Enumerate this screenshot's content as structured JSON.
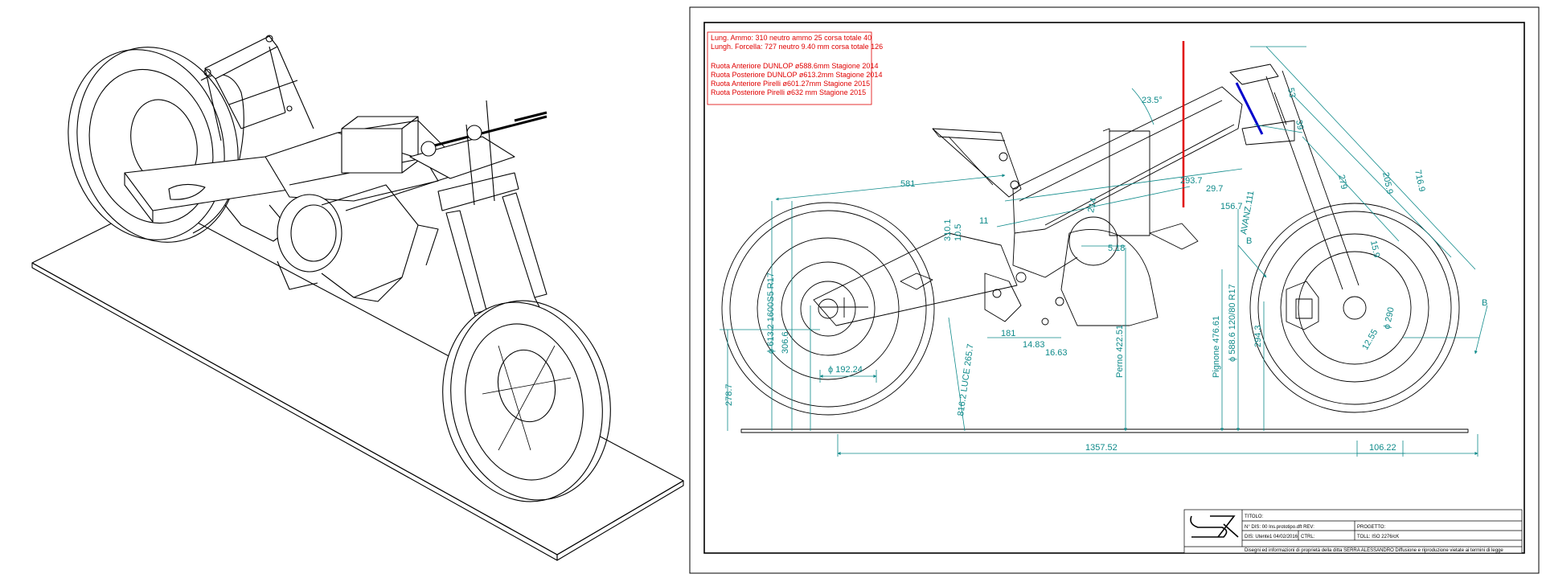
{
  "notes": [
    "Lung. Ammo: 310 neutro ammo 25  corsa totale 40",
    "Lungh. Forcella: 727 neutro 9.40 mm corsa totale 126",
    "",
    "Ruota Anteriore DUNLOP ø588.6mm Stagione 2014",
    "Ruota Posteriore DUNLOP ø613.2mm Stagione 2014",
    "Ruota Anteriore Pirelli ø601.27mm Stagione 2015",
    "Ruota Posteriore Pirelli ø632 mm Stagione 2015"
  ],
  "dimensions": {
    "d581": "581",
    "angle": "23.5°",
    "wheelbase": "1357.52",
    "trail": "106.22",
    "d19224": "ϕ 192.24",
    "rearwheel": "ϕ 613.2  1600S5 R17",
    "d3066": "306.6",
    "d2787": "278.7",
    "d8162": "816.2 LUCE 265.7",
    "perno": "Perno 422.51",
    "pignone": "Pignone 476.61",
    "frontwheel": "ϕ 588.6  120/80 R17",
    "d2943": "294.3",
    "d2937": "293.7",
    "d297": "29.7",
    "d1567": "156.7",
    "avanz": "AVANZ.111",
    "d7169": "716.9",
    "d2059": "205.9",
    "d279": "279",
    "d53": "53",
    "d39": "39",
    "d159": "15.9",
    "d290": "ϕ 290",
    "d1255": "12.55",
    "d518": "5.18",
    "d181": "181",
    "d1483": "14.83",
    "d1663": "16.63",
    "d105": "10.5",
    "d3101": "310.1",
    "d214": "214",
    "d11": "11",
    "labelB": "B"
  },
  "titleblock": {
    "titolo": "TITOLO:",
    "ndis": "N° DIS: 00 Ins.prototipo.dft REV:",
    "progetto": "PROGETTO:",
    "dis": "DIS: Utente1 04/02/2016",
    "ctrl": "CTRL:",
    "toll": "TOLL: ISO 2276/cK",
    "footer": "Disegni ed informazioni di proprietà della ditta SERRA ALESSANDRO Diffusione e riproduzione vietate ai termini di legge"
  },
  "colors": {
    "dimension": "#0e8a8a",
    "note": "#e00000",
    "highlight": "#0000cc",
    "line": "#000000"
  }
}
